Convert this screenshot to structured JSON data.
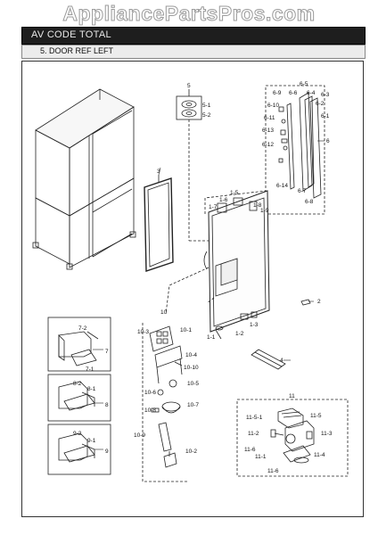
{
  "watermark": "AppliancePartsPros.com",
  "header": {
    "title": "AV CODE TOTAL"
  },
  "section": {
    "title": "5. DOOR REF LEFT"
  },
  "callouts": {
    "c5": "5",
    "c5_1": "5-1",
    "c5_2": "5-2",
    "c3": "3",
    "c6": "6",
    "c6_1": "6-1",
    "c6_2": "6-2",
    "c6_3": "6-3",
    "c6_4": "6-4",
    "c6_5": "6-5",
    "c6_6": "6-6",
    "c6_7": "6-7",
    "c6_8": "6-8",
    "c6_9": "6-9",
    "c6_10": "6-10",
    "c6_11": "6-11",
    "c6_12": "6-12",
    "c6_13": "6-13",
    "c6_14": "6-14",
    "c1_5": "1-5",
    "c1_6": "1-6",
    "c1_7": "1-7",
    "c1_8": "1-8",
    "c1_9": "1-9",
    "c1_1": "1-1",
    "c1_2": "1-2",
    "c1_3": "1-3",
    "c2": "2",
    "c4": "4",
    "c7": "7",
    "c7_1": "7-1",
    "c7_2": "7-2",
    "c8": "8",
    "c8_1": "8-1",
    "c8_2": "8-2",
    "c9": "9",
    "c9_1": "9-1",
    "c9_2": "9-2",
    "c10": "10",
    "c10_1": "10-1",
    "c10_2": "10-2",
    "c10_3": "10-3",
    "c10_4": "10-4",
    "c10_5": "10-5",
    "c10_6": "10-6",
    "c10_7": "10-7",
    "c10_8": "10-8",
    "c10_9": "10-9",
    "c10_10": "10-10",
    "c11": "11",
    "c11_1": "11-1",
    "c11_2": "11-2",
    "c11_3": "11-3",
    "c11_4": "11-4",
    "c11_5": "11-5",
    "c11_5_1": "11-5-1",
    "c11_6a": "11-6",
    "c11_6b": "11-6"
  }
}
